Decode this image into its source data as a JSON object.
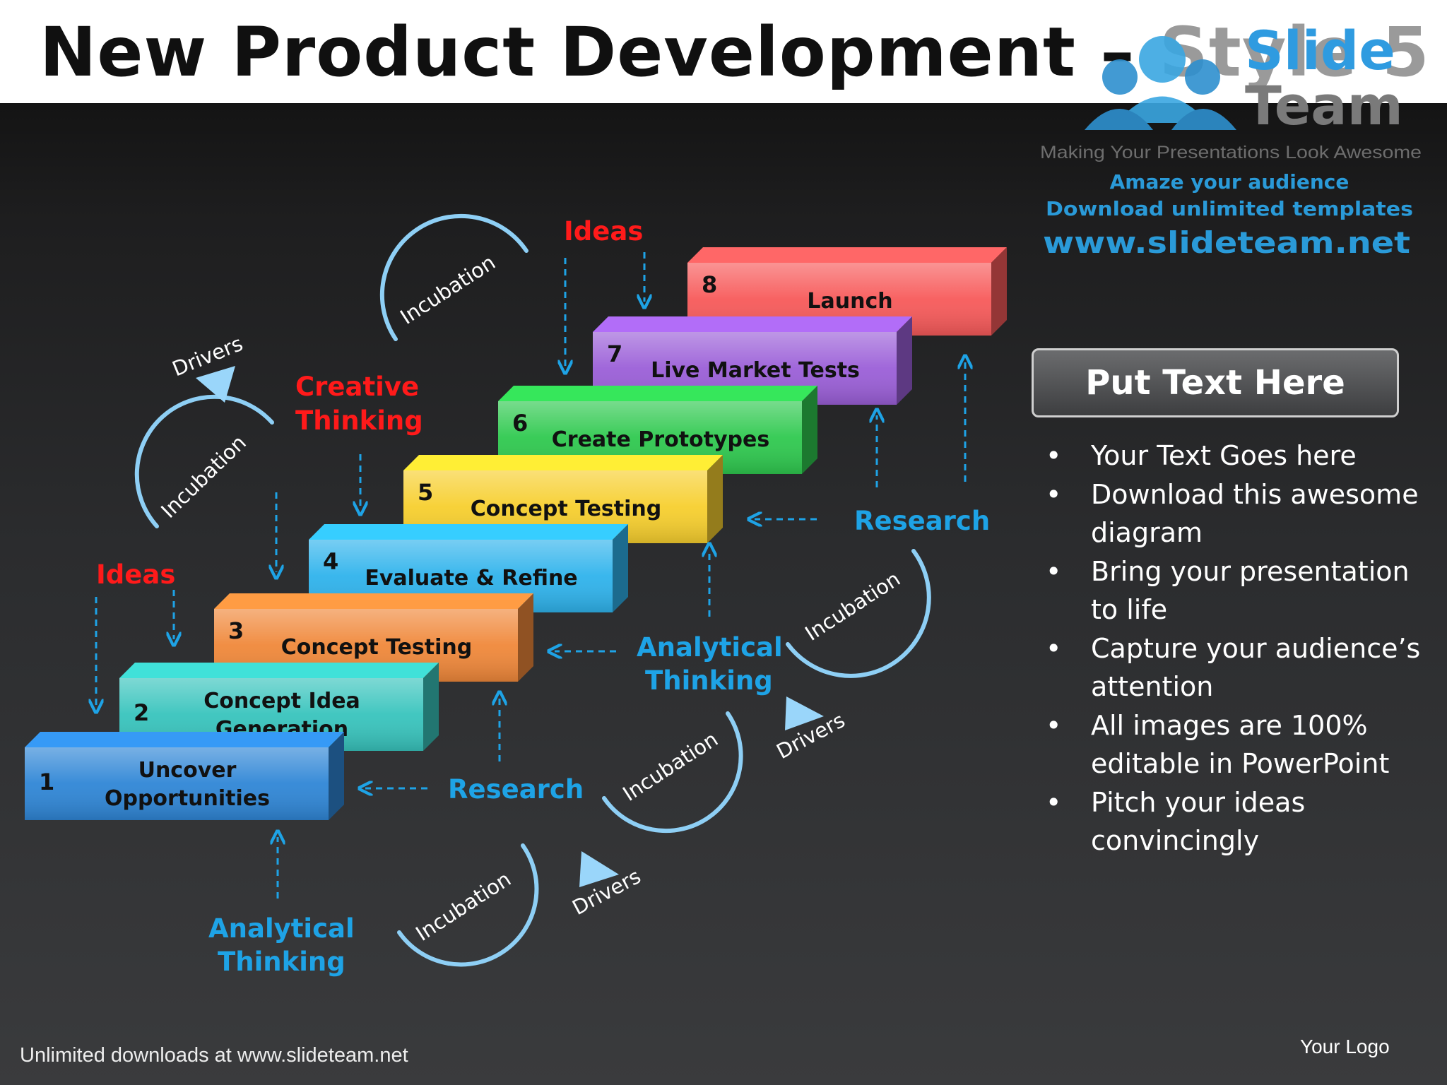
{
  "title": {
    "main": "New Product Development",
    "dash": " – ",
    "tail": "Style 5"
  },
  "brand": {
    "word1": "Slide",
    "word2": "Team",
    "tagline": "Making Your Presentations Look Awesome",
    "line1": "Amaze your audience",
    "line2": "Download unlimited templates",
    "url": "www.slideteam.net"
  },
  "steps": [
    {
      "num": "1",
      "lines": [
        "Uncover",
        "Opportunities"
      ],
      "color": "#2f86d6"
    },
    {
      "num": "2",
      "lines": [
        "Concept Idea",
        "Generation"
      ],
      "color": "#38c4bd"
    },
    {
      "num": "3",
      "lines": [
        "Concept Testing"
      ],
      "color": "#f0883a"
    },
    {
      "num": "4",
      "lines": [
        "Evaluate & Refine"
      ],
      "color": "#2fb3ec"
    },
    {
      "num": "5",
      "lines": [
        "Concept Testing"
      ],
      "color": "#f7cf2e"
    },
    {
      "num": "6",
      "lines": [
        "Create Prototypes"
      ],
      "color": "#2fc94f"
    },
    {
      "num": "7",
      "lines": [
        "Live Market Tests"
      ],
      "color": "#9b5fd8"
    },
    {
      "num": "8",
      "lines": [
        "Launch"
      ],
      "color": "#f75a5a"
    }
  ],
  "labels": {
    "ideas": "Ideas",
    "creative_line1": "Creative",
    "creative_line2": "Thinking",
    "research": "Research",
    "analytical_line1": "Analytical",
    "analytical_line2": "Thinking",
    "incubation": "Incubation",
    "drivers": "Drivers"
  },
  "panel": {
    "heading": "Put Text Here",
    "bullets": [
      "Your Text Goes here",
      "Download this awesome diagram",
      "Bring your presentation to life",
      "Capture your audience’s attention",
      "All images are 100% editable in PowerPoint",
      "Pitch your ideas convincingly"
    ]
  },
  "footer": {
    "text": "Unlimited downloads at www.slideteam.net",
    "logo": "Your Logo"
  },
  "colors": {
    "accent_blue": "#1ea3e6",
    "accent_red": "#ff1a1a",
    "arrow_blue": "#1ea3e6",
    "arc_blue": "#8ecff5"
  }
}
